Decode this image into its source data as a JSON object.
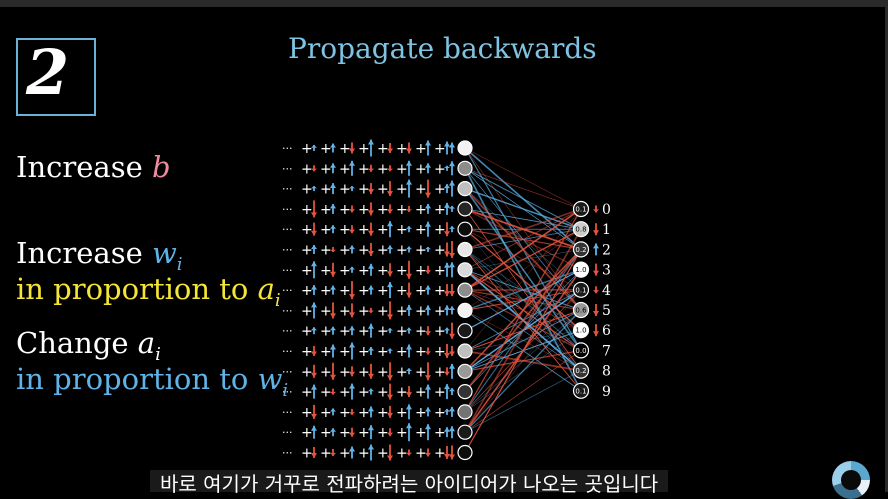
{
  "title": "Propagate backwards",
  "digit": "2",
  "labels": {
    "increase_b_pre": "Increase",
    "increase_b_var": "b",
    "increase_w_pre": "Increase",
    "increase_w_var": "w",
    "increase_w_sub": "i",
    "prop_a_pre": "in proportion to",
    "prop_a_var": "a",
    "prop_a_sub": "i",
    "change_a_pre": "Change",
    "change_a_var": "a",
    "change_a_sub": "i",
    "prop_w_pre": "in proportion to",
    "prop_w_var": "w",
    "prop_w_sub": "i"
  },
  "output_values": [
    "0.1",
    "0.8",
    "0.2",
    "1.0",
    "0.1",
    "0.6",
    "1.0",
    "0.0",
    "0.2",
    "0.1"
  ],
  "output_digits": [
    "0",
    "1",
    "2",
    "3",
    "4",
    "5",
    "6",
    "7",
    "8",
    "9"
  ],
  "output_arrows": [
    "down-small",
    "down",
    "up",
    "down",
    "down-small",
    "down",
    "down",
    "none",
    "none",
    "none"
  ],
  "hidden_brightness": [
    0.95,
    0.55,
    0.75,
    0.15,
    0.05,
    0.9,
    0.85,
    0.55,
    0.95,
    0.1,
    0.75,
    0.6,
    0.2,
    0.45,
    0.1,
    0.05
  ],
  "colors": {
    "up": "#5fb3e8",
    "down": "#e8533f",
    "title": "#7ec3e3",
    "yellow": "#f5e536"
  },
  "subtitle": "바로 여기가 거꾸로 전파하려는 아이디어가 나오는 곳입니다"
}
